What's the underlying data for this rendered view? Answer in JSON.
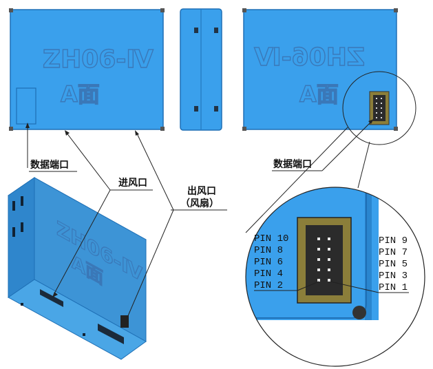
{
  "labels": {
    "data_port": "数据端口",
    "data_port_right": "数据端口",
    "inlet": "进风口",
    "outlet_line1": "出风口",
    "outlet_line2": "（风扇）"
  },
  "embossing": {
    "model": "ZH06-Ⅳ",
    "model_mirrored": "ZH06-Ⅳ",
    "side": "A面"
  },
  "pins": {
    "left": [
      "PIN 10",
      "PIN 8",
      "PIN 6",
      "PIN 4",
      "PIN 2"
    ],
    "right": [
      "PIN 9",
      "PIN 7",
      "PIN 5",
      "PIN 3",
      "PIN 1"
    ]
  },
  "colors": {
    "module_blue": "#3aa0ec",
    "module_edge": "#1e6fb5",
    "connector_olive": "#8b7e3a",
    "connector_dark": "#2b2b2b"
  }
}
